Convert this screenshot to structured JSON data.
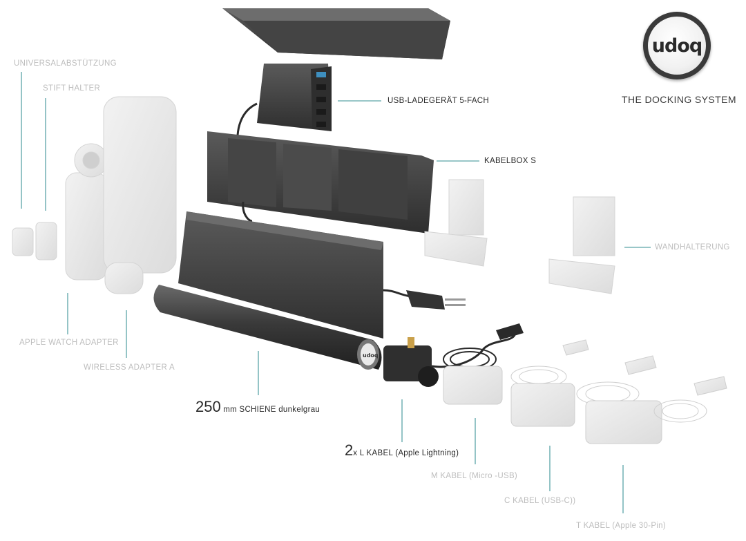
{
  "brand": {
    "logo_text": "udoq",
    "tagline": "THE DOCKING SYSTEM"
  },
  "labels": {
    "universal_support": "UNIVERSALABSTÜTZUNG",
    "pen_holder": "STIFT HALTER",
    "usb_charger": "USB-LADEGERÄT 5-FACH",
    "cable_box": "KABELBOX S",
    "wall_mount": "WANDHALTERUNG",
    "apple_watch_adapter": "APPLE WATCH ADAPTER",
    "wireless_adapter": "WIRELESS ADAPTER A",
    "rail_qty": "250",
    "rail_text": "mm SCHIENE dunkelgrau",
    "l_cable_qty": "2",
    "l_cable_text": "x L KABEL (Apple Lightning)",
    "m_cable": "M KABEL  (Micro -USB)",
    "c_cable": "C KABEL  (USB-C))",
    "t_cable": "T KABEL  (Apple 30-Pin)"
  },
  "colors": {
    "leader_line": "#5aa3a8",
    "dark_part": "#3c3c3c",
    "ghost_part": "#e6e6e6",
    "dark_text": "#2a2a2a",
    "ghost_text": "#bdbdbd"
  }
}
